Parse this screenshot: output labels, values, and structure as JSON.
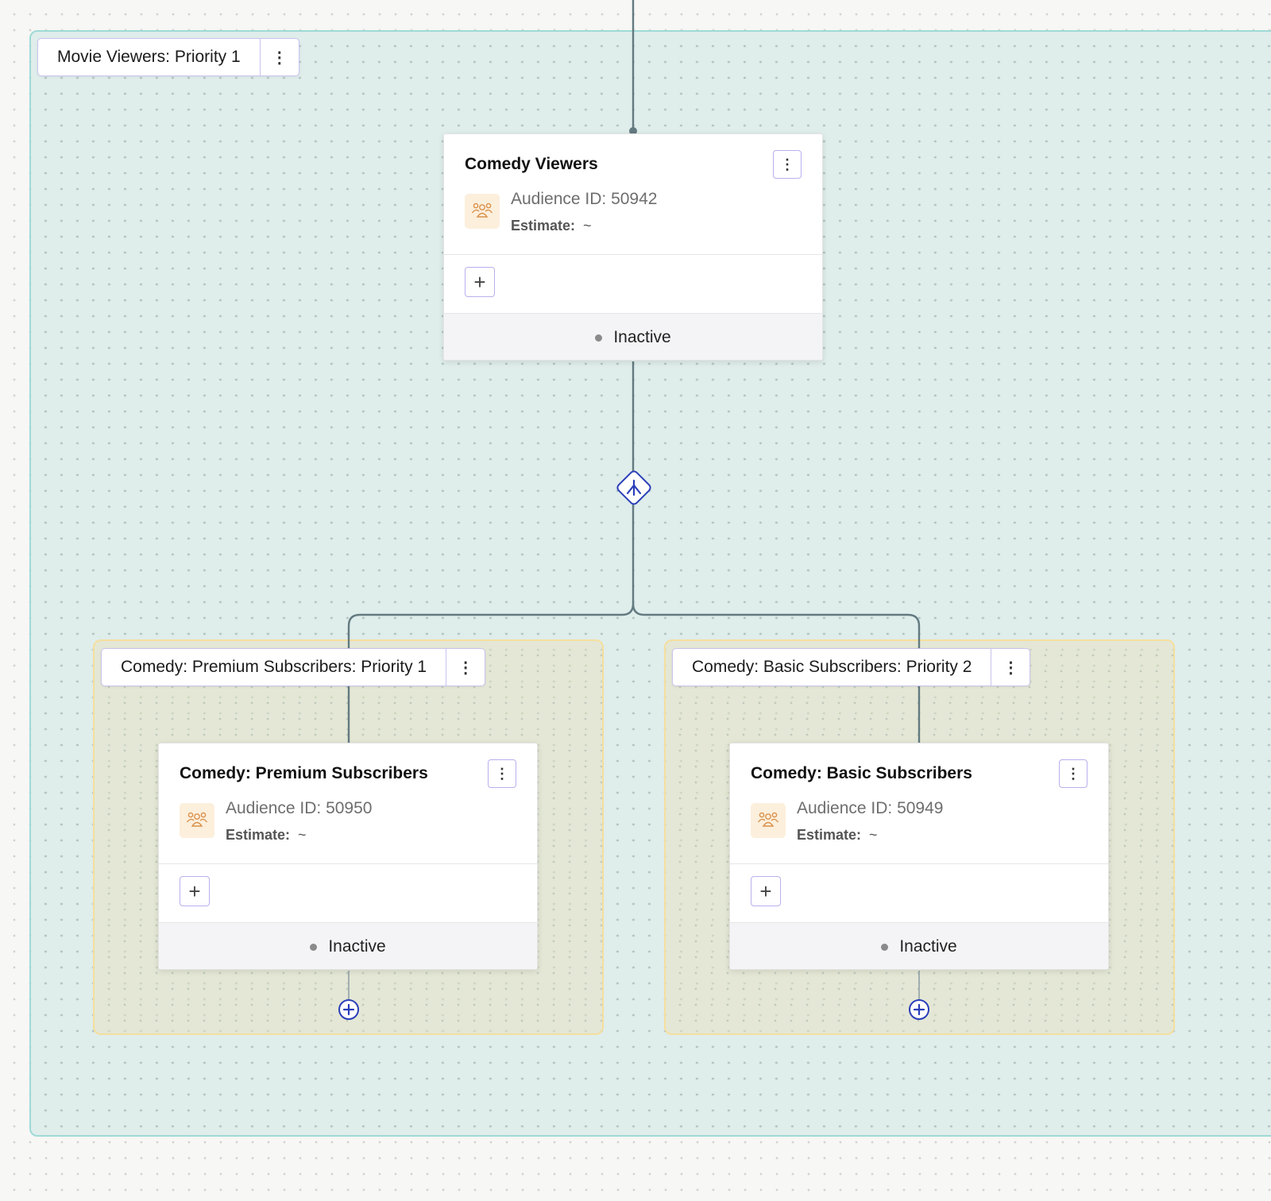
{
  "groups": {
    "outer": {
      "label": "Movie Viewers: Priority 1"
    },
    "left": {
      "label": "Comedy: Premium Subscribers: Priority 1"
    },
    "right": {
      "label": "Comedy: Basic Subscribers: Priority 2"
    }
  },
  "nodes": {
    "comedy_viewers": {
      "title": "Comedy Viewers",
      "audience_id": "Audience ID: 50942",
      "estimate_label": "Estimate:",
      "estimate_value": "~",
      "status": "Inactive"
    },
    "premium": {
      "title": "Comedy: Premium Subscribers",
      "audience_id": "Audience ID: 50950",
      "estimate_label": "Estimate:",
      "estimate_value": "~",
      "status": "Inactive"
    },
    "basic": {
      "title": "Comedy: Basic Subscribers",
      "audience_id": "Audience ID: 50949",
      "estimate_label": "Estimate:",
      "estimate_value": "~",
      "status": "Inactive"
    }
  },
  "icons": {
    "menu": "⋮",
    "add": "+",
    "audience": "audience-icon",
    "split": "split-icon",
    "add_step": "plus-circle-icon"
  },
  "colors": {
    "outer_group": "#9fdad7",
    "sub_group": "#f5df9e",
    "accent": "#2a3fb8",
    "connector": "#637a80",
    "audience_icon": "#d9904a"
  }
}
